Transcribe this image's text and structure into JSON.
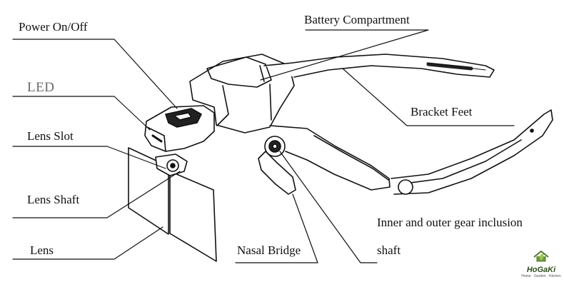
{
  "labels": {
    "power": "Power On/Off",
    "battery": "Battery Compartment",
    "led": "LED",
    "bracket_feet": "Bracket Feet",
    "lens_slot": "Lens Slot",
    "lens_shaft": "Lens Shaft",
    "lens": "Lens",
    "nasal_bridge": "Nasal Bridge",
    "gear_line1": "Inner and outer gear inclusion",
    "gear_line2": "shaft"
  },
  "logo": {
    "name": "HoGaKi",
    "tagline": "Home · Garden · Kitchen"
  },
  "colors": {
    "line": "#111111",
    "led_text": "#6b6b6b",
    "logo_green": "#4f7a2a"
  }
}
